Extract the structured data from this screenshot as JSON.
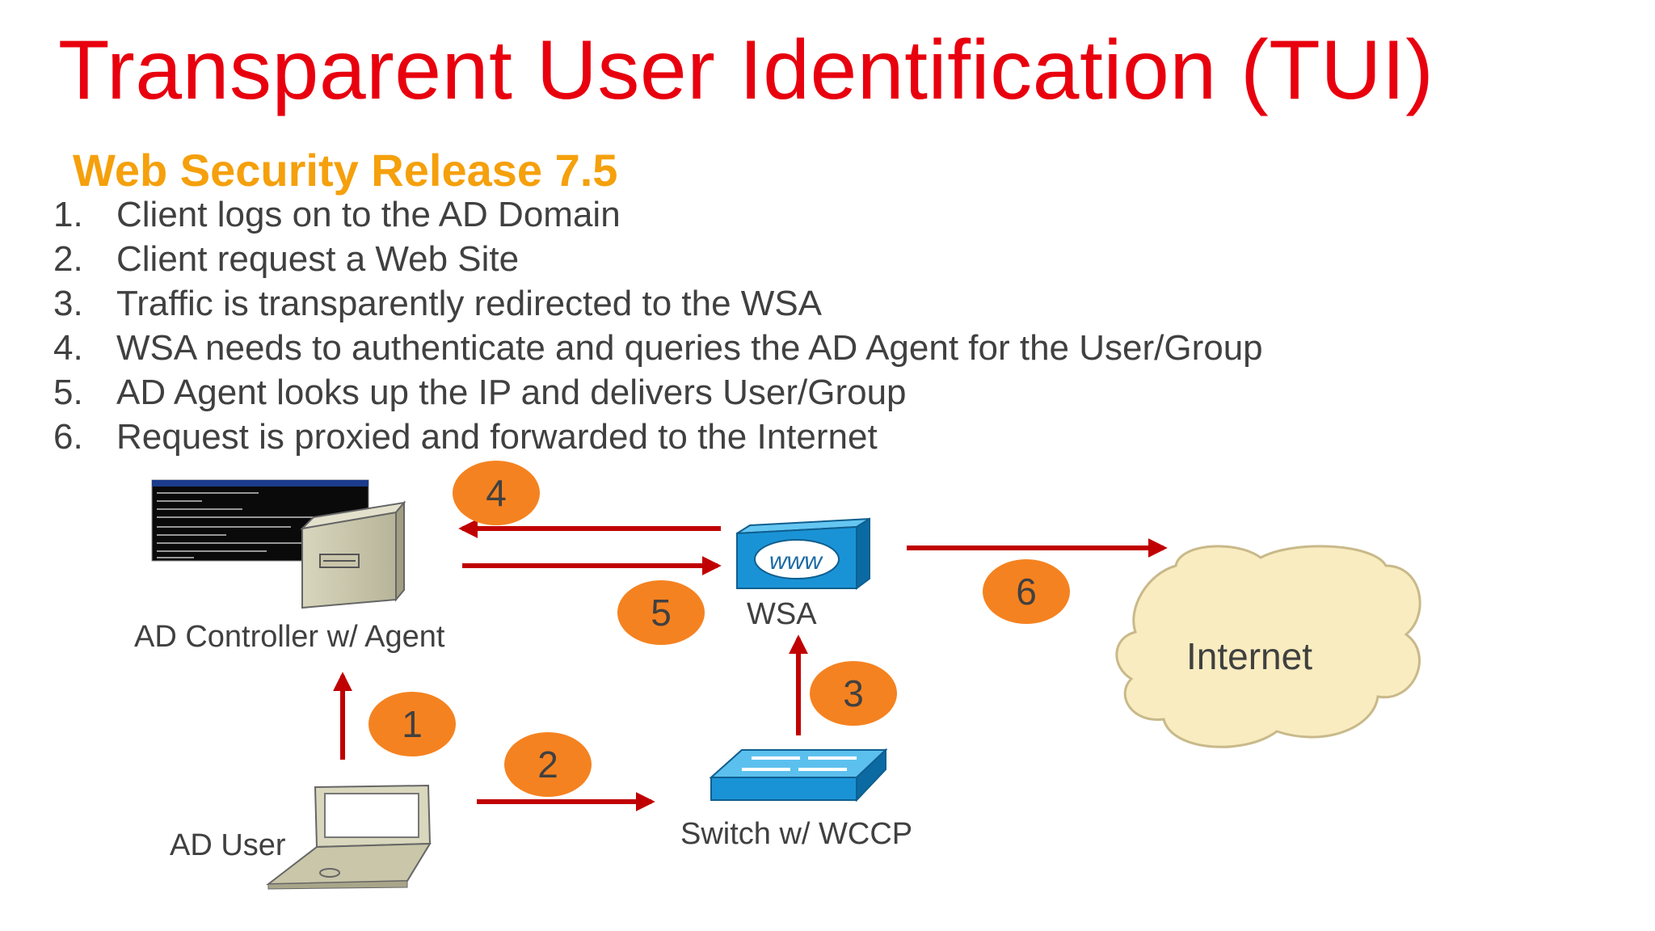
{
  "title": "Transparent User Identification (TUI)",
  "subtitle": "Web Security Release 7.5",
  "steps": [
    {
      "num": "1.",
      "text": "Client logs on to the AD Domain"
    },
    {
      "num": "2.",
      "text": "Client request a Web Site"
    },
    {
      "num": "3.",
      "text": "Traffic is transparently redirected to the WSA"
    },
    {
      "num": "4.",
      "text": "WSA needs to authenticate and queries the AD Agent for the User/Group"
    },
    {
      "num": "5.",
      "text": "AD Agent looks up the IP and delivers User/Group"
    },
    {
      "num": "6.",
      "text": "Request is proxied and forwarded to the Internet"
    }
  ],
  "diagram": {
    "nodes": {
      "ad_controller": "AD Controller w/ Agent",
      "wsa": "WSA",
      "internet": "Internet",
      "ad_user": "AD User",
      "switch": "Switch w/ WCCP"
    },
    "badges": {
      "b1": "1",
      "b2": "2",
      "b3": "3",
      "b4": "4",
      "b5": "5",
      "b6": "6"
    },
    "wsa_icon_text": "www"
  },
  "colors": {
    "title": "#e8000e",
    "subtitle": "#f5a00c",
    "arrow": "#c00000",
    "badge": "#f58220",
    "cloud_fill": "#f8ecc0",
    "wsa_blue": "#1a93d6"
  }
}
